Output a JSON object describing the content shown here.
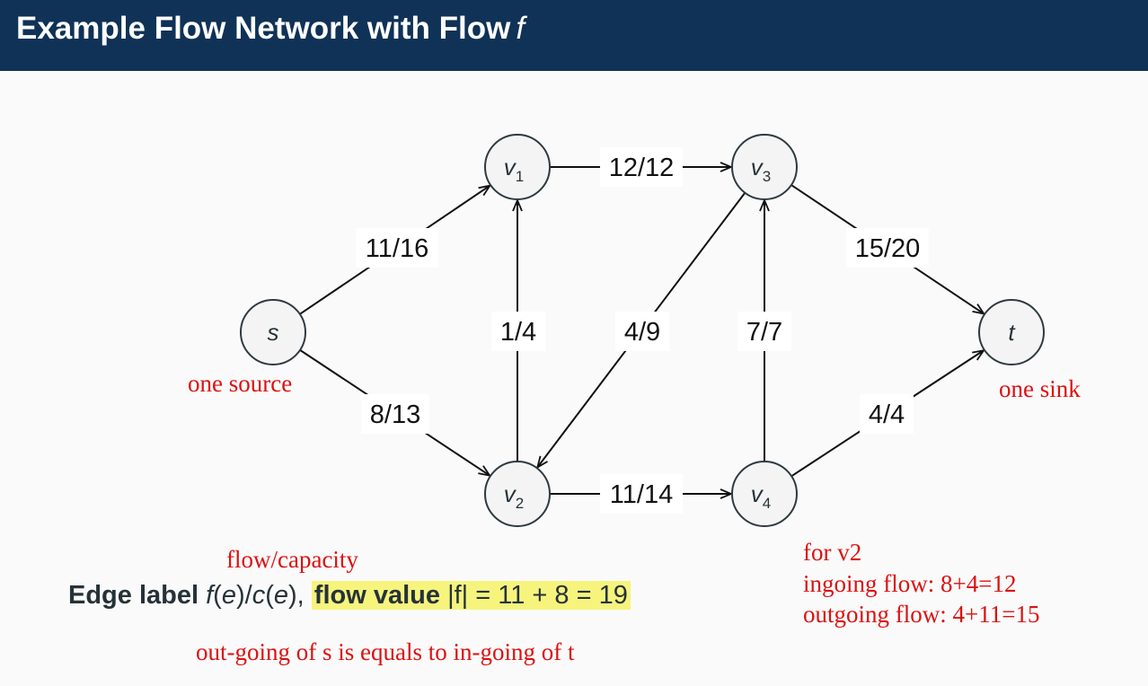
{
  "title": {
    "text": "Example Flow Network with Flow",
    "var": "f"
  },
  "colors": {
    "header_bg": "#0f3256",
    "annotation": "#dd1111",
    "highlight": "#f6f47d"
  },
  "graph": {
    "nodes": [
      {
        "id": "s",
        "label": "s",
        "sub": ""
      },
      {
        "id": "v1",
        "label": "v",
        "sub": "1"
      },
      {
        "id": "v2",
        "label": "v",
        "sub": "2"
      },
      {
        "id": "v3",
        "label": "v",
        "sub": "3"
      },
      {
        "id": "v4",
        "label": "v",
        "sub": "4"
      },
      {
        "id": "t",
        "label": "t",
        "sub": ""
      }
    ],
    "edges": [
      {
        "from": "s",
        "to": "v1",
        "label": "11/16"
      },
      {
        "from": "s",
        "to": "v2",
        "label": "8/13"
      },
      {
        "from": "v1",
        "to": "v3",
        "label": "12/12"
      },
      {
        "from": "v2",
        "to": "v1",
        "label": "1/4"
      },
      {
        "from": "v3",
        "to": "v2",
        "label": "4/9"
      },
      {
        "from": "v4",
        "to": "v3",
        "label": "7/7"
      },
      {
        "from": "v2",
        "to": "v4",
        "label": "11/14"
      },
      {
        "from": "v3",
        "to": "t",
        "label": "15/20"
      },
      {
        "from": "v4",
        "to": "t",
        "label": "4/4"
      }
    ]
  },
  "annotations": {
    "source": "one source",
    "sink": "one sink",
    "flow_capacity": "flow/capacity",
    "v2_title": "for v2",
    "v2_in": "ingoing flow: 8+4=12",
    "v2_out": "outgoing flow: 4+11=15",
    "conservation": "out-going of s is equals to in-going of t"
  },
  "legend": {
    "edge_label": "Edge label",
    "edge_formula": {
      "f": "f",
      "e1": "e",
      "c": "c",
      "e2": "e"
    },
    "flow_value_label": "flow value",
    "flow_value_formula": "|f| = 11 + 8 = 19"
  }
}
